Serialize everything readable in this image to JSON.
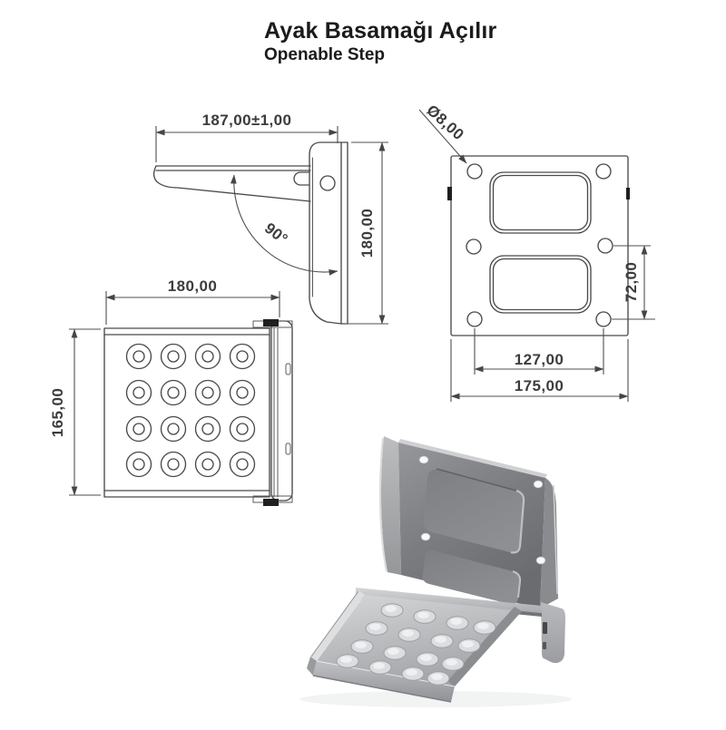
{
  "title": {
    "main": "Ayak Basamağı Açılır",
    "sub": "Openable Step"
  },
  "views": {
    "side": {
      "dim_width": "187,00±1,00",
      "dim_height": "180,00",
      "dim_angle": "90°"
    },
    "front": {
      "dim_hole_diameter": "Ø8,00",
      "dim_hole_vspacing": "72,00",
      "dim_hole_hspacing": "127,00",
      "dim_overall_width": "175,00"
    },
    "top": {
      "dim_width": "180,00",
      "dim_depth": "165,00"
    }
  }
}
